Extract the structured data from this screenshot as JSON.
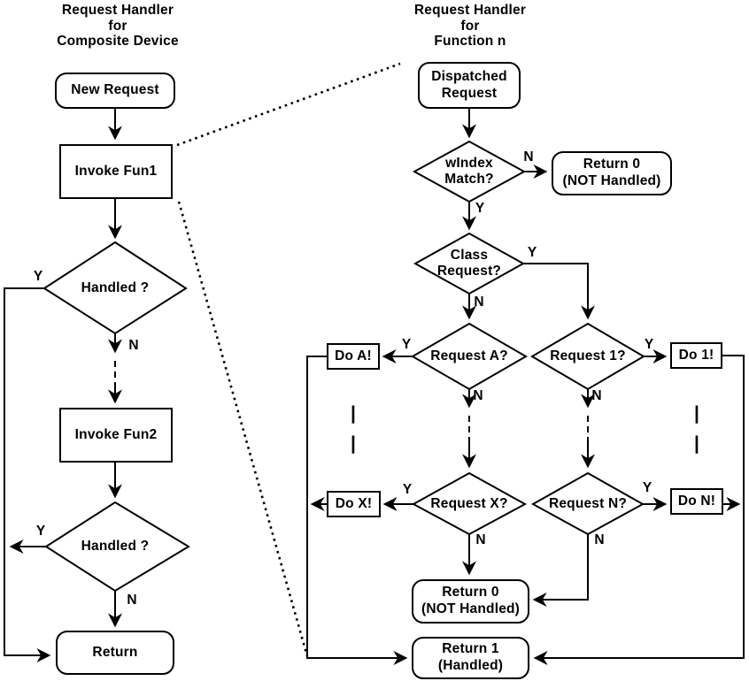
{
  "left": {
    "title": "Request Handler\nfor\nComposite Device",
    "nodes": {
      "new_request": "New Request",
      "invoke_fun1": "Invoke Fun1",
      "handled_1": "Handled ?",
      "invoke_fun2": "Invoke Fun2",
      "handled_2": "Handled ?",
      "return": "Return"
    }
  },
  "right": {
    "title": "Request Handler\nfor\nFunction n",
    "nodes": {
      "dispatched_request": "Dispatched\nRequest",
      "windex_match": "wIndex\nMatch?",
      "return_0_top": "Return 0\n(NOT Handled)",
      "class_request": "Class\nRequest?",
      "request_a": "Request A?",
      "request_1": "Request 1?",
      "do_a": "Do A!",
      "do_1": "Do 1!",
      "request_x": "Request X?",
      "request_n": "Request N?",
      "do_x": "Do X!",
      "do_n": "Do N!",
      "return_0_bottom": "Return 0\n(NOT Handled)",
      "return_1": "Return 1\n(Handled)"
    }
  },
  "labels": {
    "yes": "Y",
    "no": "N",
    "ellipsis": "|"
  },
  "colors": {
    "stroke": "#000000",
    "background": "#ffffff"
  }
}
